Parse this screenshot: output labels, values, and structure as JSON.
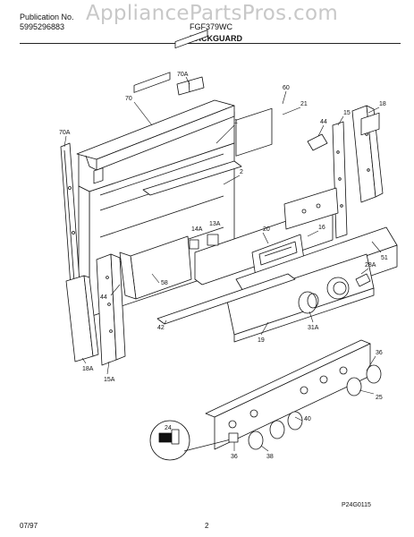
{
  "header": {
    "publication_label": "Publication No.",
    "publication_number": "5995296883",
    "model": "FGF379WC",
    "section_title": "BACKGUARD",
    "watermark": "AppliancePartsPros.com"
  },
  "diagram": {
    "callouts": [
      "70A",
      "70",
      "60",
      "21",
      "1",
      "18",
      "44",
      "15",
      "70A",
      "2",
      "14A",
      "13A",
      "20",
      "16",
      "28A",
      "51",
      "58",
      "44",
      "31A",
      "19",
      "42",
      "18A",
      "15A",
      "36",
      "25",
      "40",
      "24",
      "36",
      "38"
    ],
    "figure_code": "P24G0115"
  },
  "footer": {
    "date": "07/97",
    "page": "2"
  }
}
